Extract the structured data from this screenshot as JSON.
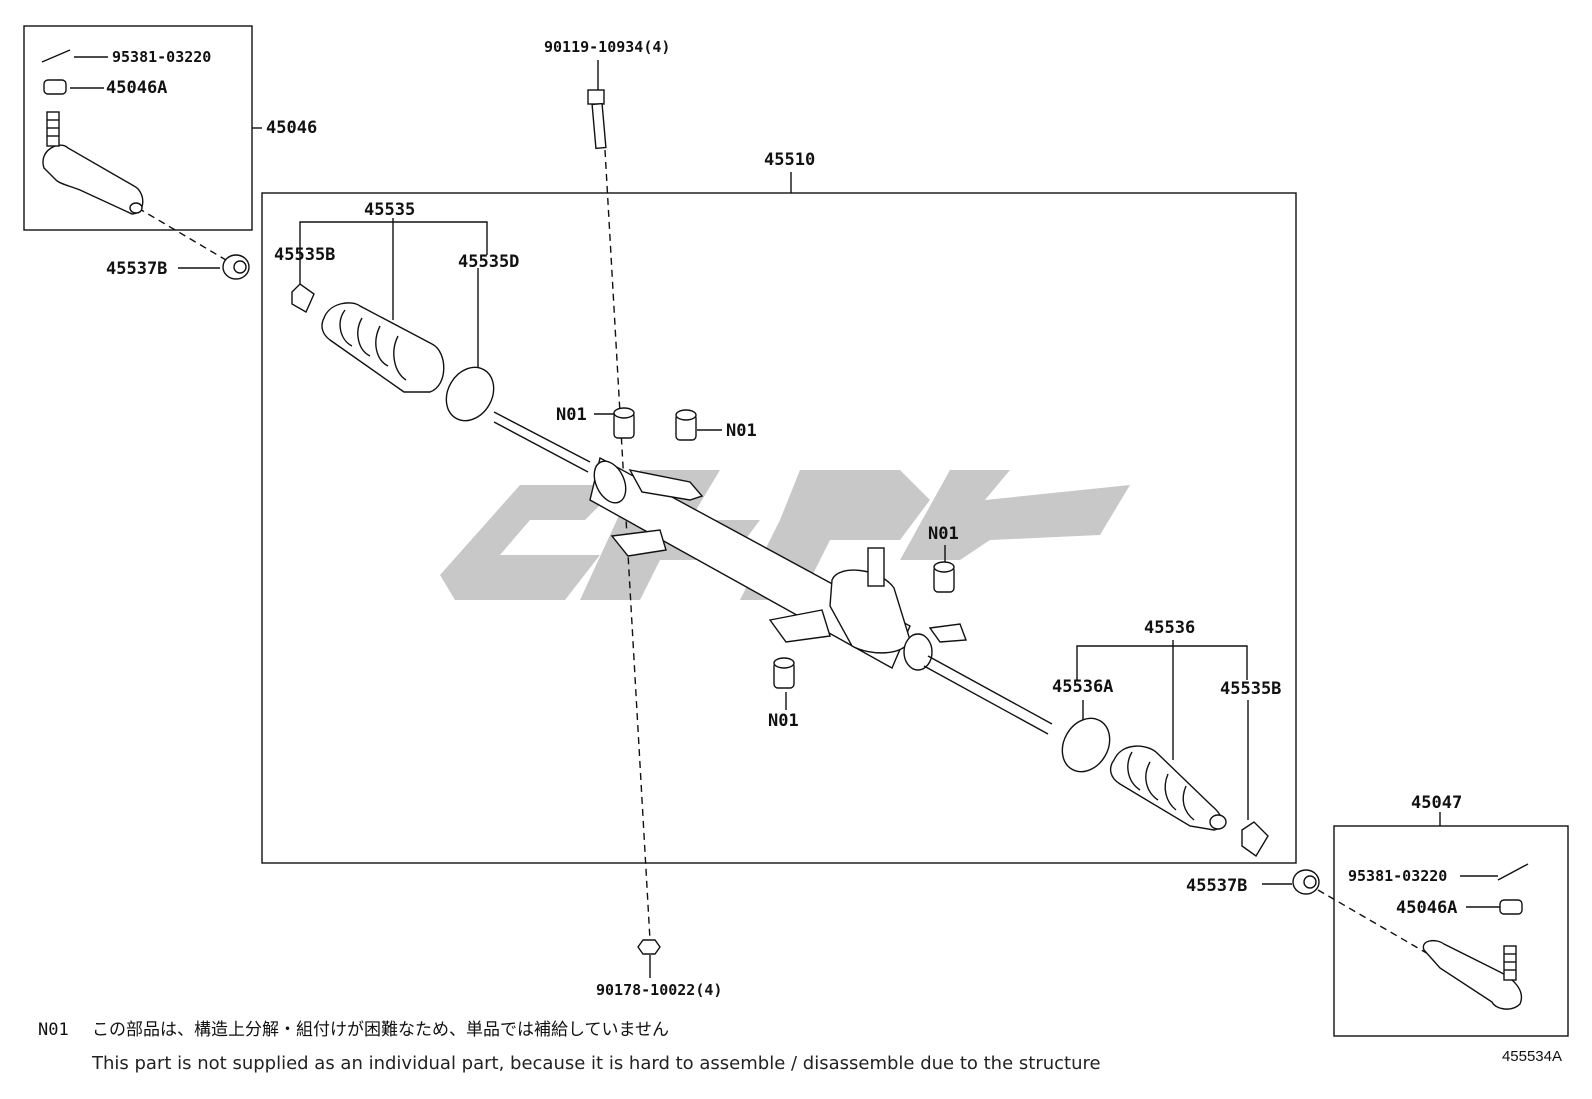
{
  "diagram": {
    "part_labels": {
      "p45046": "45046",
      "p95381_left": "95381-03220",
      "p45046A_left": "45046A",
      "p45537B_left": "45537B",
      "p90119": "90119-10934(4)",
      "p45510": "45510",
      "p45535": "45535",
      "p45535B_left": "45535B",
      "p45535D": "45535D",
      "n01_a": "N01",
      "n01_b": "N01",
      "n01_c": "N01",
      "n01_d": "N01",
      "p45536": "45536",
      "p45536A": "45536A",
      "p45535B_right": "45535B",
      "p45047": "45047",
      "p95381_right": "95381-03220",
      "p45046A_right": "45046A",
      "p45537B_right": "45537B",
      "p90178": "90178-10022(4)"
    },
    "footnote": {
      "code": "N01",
      "japanese": "この部品は、構造上分解・組付けが困難なため、単品では補給していません",
      "english": "This part is not supplied as an individual part, because it is hard to assemble / disassemble due to the structure"
    },
    "figure_code": "455534A",
    "colors": {
      "line": "#111111",
      "watermark": "#c8c8c8"
    }
  }
}
